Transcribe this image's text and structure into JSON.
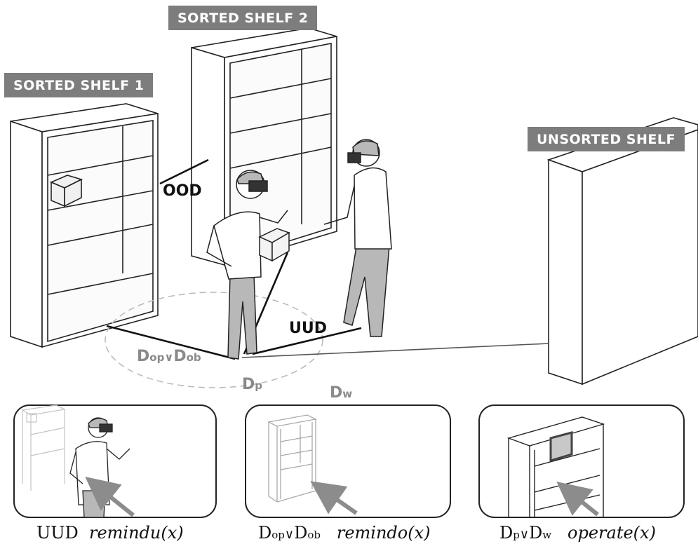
{
  "labels": {
    "sorted_shelf_1": "SORTED SHELF 1",
    "sorted_shelf_2": "SORTED SHELF 2",
    "unsorted_shelf": "UNSORTED SHELF",
    "ood": "OOD",
    "uud": "UUD",
    "d_main": "D",
    "op_sub": "op",
    "ob_sub": "ob",
    "p_sub": "p",
    "w_sub": "w",
    "or_symbol": "∨"
  },
  "panels": [
    {
      "condition": "UUD",
      "action": "remindu(x)"
    },
    {
      "condition_base_1": "D",
      "condition_sub_1": "op",
      "or_symbol": "∨",
      "condition_base_2": "D",
      "condition_sub_2": "ob",
      "action": "remindo(x)"
    },
    {
      "condition_base_1": "D",
      "condition_sub_1": "p",
      "or_symbol": "∨",
      "condition_base_2": "D",
      "condition_sub_2": "w",
      "action": "operate(x)"
    }
  ],
  "colors": {
    "tag_bg": "#7d7d7d",
    "line": "#111111",
    "label_gray": "#8a8a8a",
    "person_fill": "#b5b5b5",
    "arrow": "#8c8c8c"
  }
}
